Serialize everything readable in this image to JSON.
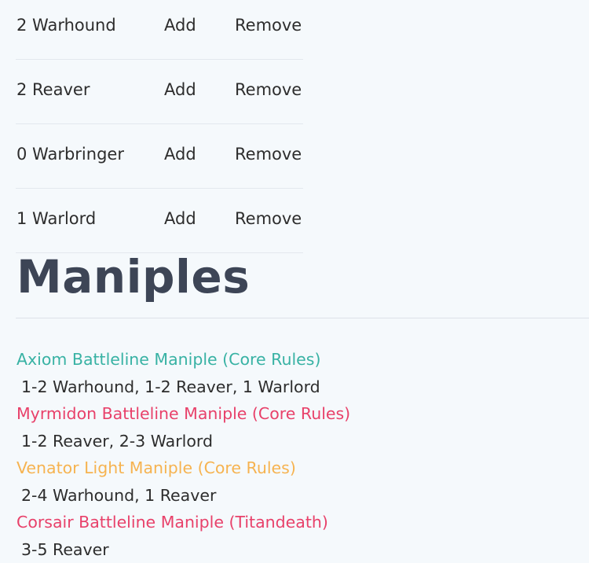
{
  "titans": [
    {
      "label": "2 Warhound",
      "add": "Add",
      "remove": "Remove"
    },
    {
      "label": "2 Reaver",
      "add": "Add",
      "remove": "Remove"
    },
    {
      "label": "0 Warbringer",
      "add": "Add",
      "remove": "Remove"
    },
    {
      "label": "1 Warlord",
      "add": "Add",
      "remove": "Remove"
    }
  ],
  "heading": "Maniples",
  "maniples": [
    {
      "name": "Axiom Battleline Maniple (Core Rules)",
      "desc": "1-2 Warhound, 1-2 Reaver, 1 Warlord",
      "color": "#38b2a4"
    },
    {
      "name": "Myrmidon Battleline Maniple (Core Rules)",
      "desc": "1-2 Reaver, 2-3 Warlord",
      "color": "#e8416a"
    },
    {
      "name": "Venator Light Maniple (Core Rules)",
      "desc": "2-4 Warhound, 1 Reaver",
      "color": "#f6b350"
    },
    {
      "name": "Corsair Battleline Maniple (Titandeath)",
      "desc": "3-5 Reaver",
      "color": "#e8416a"
    }
  ]
}
